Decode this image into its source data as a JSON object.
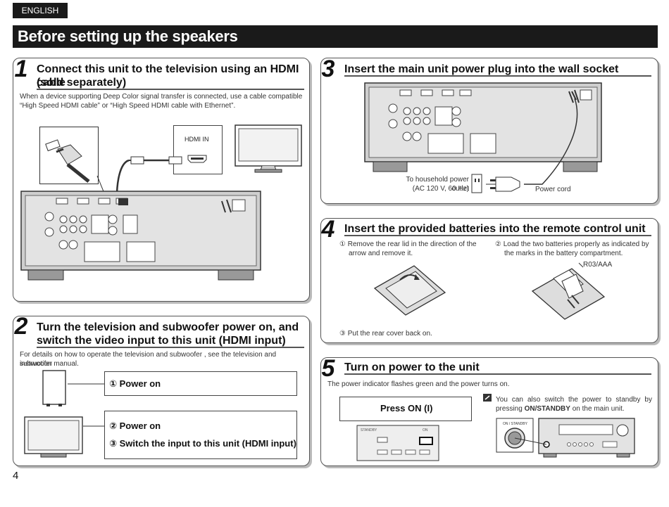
{
  "header": {
    "language": "ENGLISH",
    "page_title": "Before setting up the speakers"
  },
  "step1": {
    "number": "1",
    "title_line1": "Connect this unit to the television using an HDMI cable",
    "title_line2": "(sold separately)",
    "desc_line1": "When a device supporting Deep Color signal transfer is connected, use a cable compatible",
    "desc_line2": "“High Speed HDMI cable” or “High Speed HDMI cable with Ethernet”.",
    "hdmi_in_label": "HDMI IN"
  },
  "step2": {
    "number": "2",
    "title_line1": "Turn the television and subwoofer power on, and",
    "title_line2": "switch the video input to this unit (HDMI input)",
    "desc_line1": "For details on how to operate the television and subwoofer , see the television and subwoofer",
    "desc_line2": "instruction manual.",
    "item1": "① Power on",
    "item2": "② Power on",
    "item3": "③ Switch the input to this unit (HDMI input)"
  },
  "step3": {
    "number": "3",
    "title": "Insert the main unit power plug into the wall socket",
    "outlet_line1": "To household power outlet",
    "outlet_line2": "(AC 120 V, 60 Hz)",
    "power_cord": "Power cord"
  },
  "step4": {
    "number": "4",
    "title": "Insert the provided batteries into the remote control unit",
    "instr1_line1": "① Remove the rear lid in the direction of the",
    "instr1_line2": "arrow and remove it.",
    "instr2_line1": "② Load the two batteries properly as indicated by",
    "instr2_line2": "the marks in the battery compartment.",
    "battery_type": "R03/AAA",
    "instr3": "③ Put the rear cover back on."
  },
  "step5": {
    "number": "5",
    "title": "Turn on power to the unit",
    "desc": "The power indicator flashes green and the power turns on.",
    "press_label": "Press ON (I)",
    "note_line1": "You can also switch the power to standby by",
    "note_line2_pre": "pressing ",
    "note_line2_bold": "ON/STANDBY",
    "note_line2_post": " on the main unit.",
    "onstandby_label": "ON / STANDBY",
    "remote_label": "STANDBY",
    "remote_on": "ON"
  },
  "footer": {
    "page_number": "4"
  }
}
